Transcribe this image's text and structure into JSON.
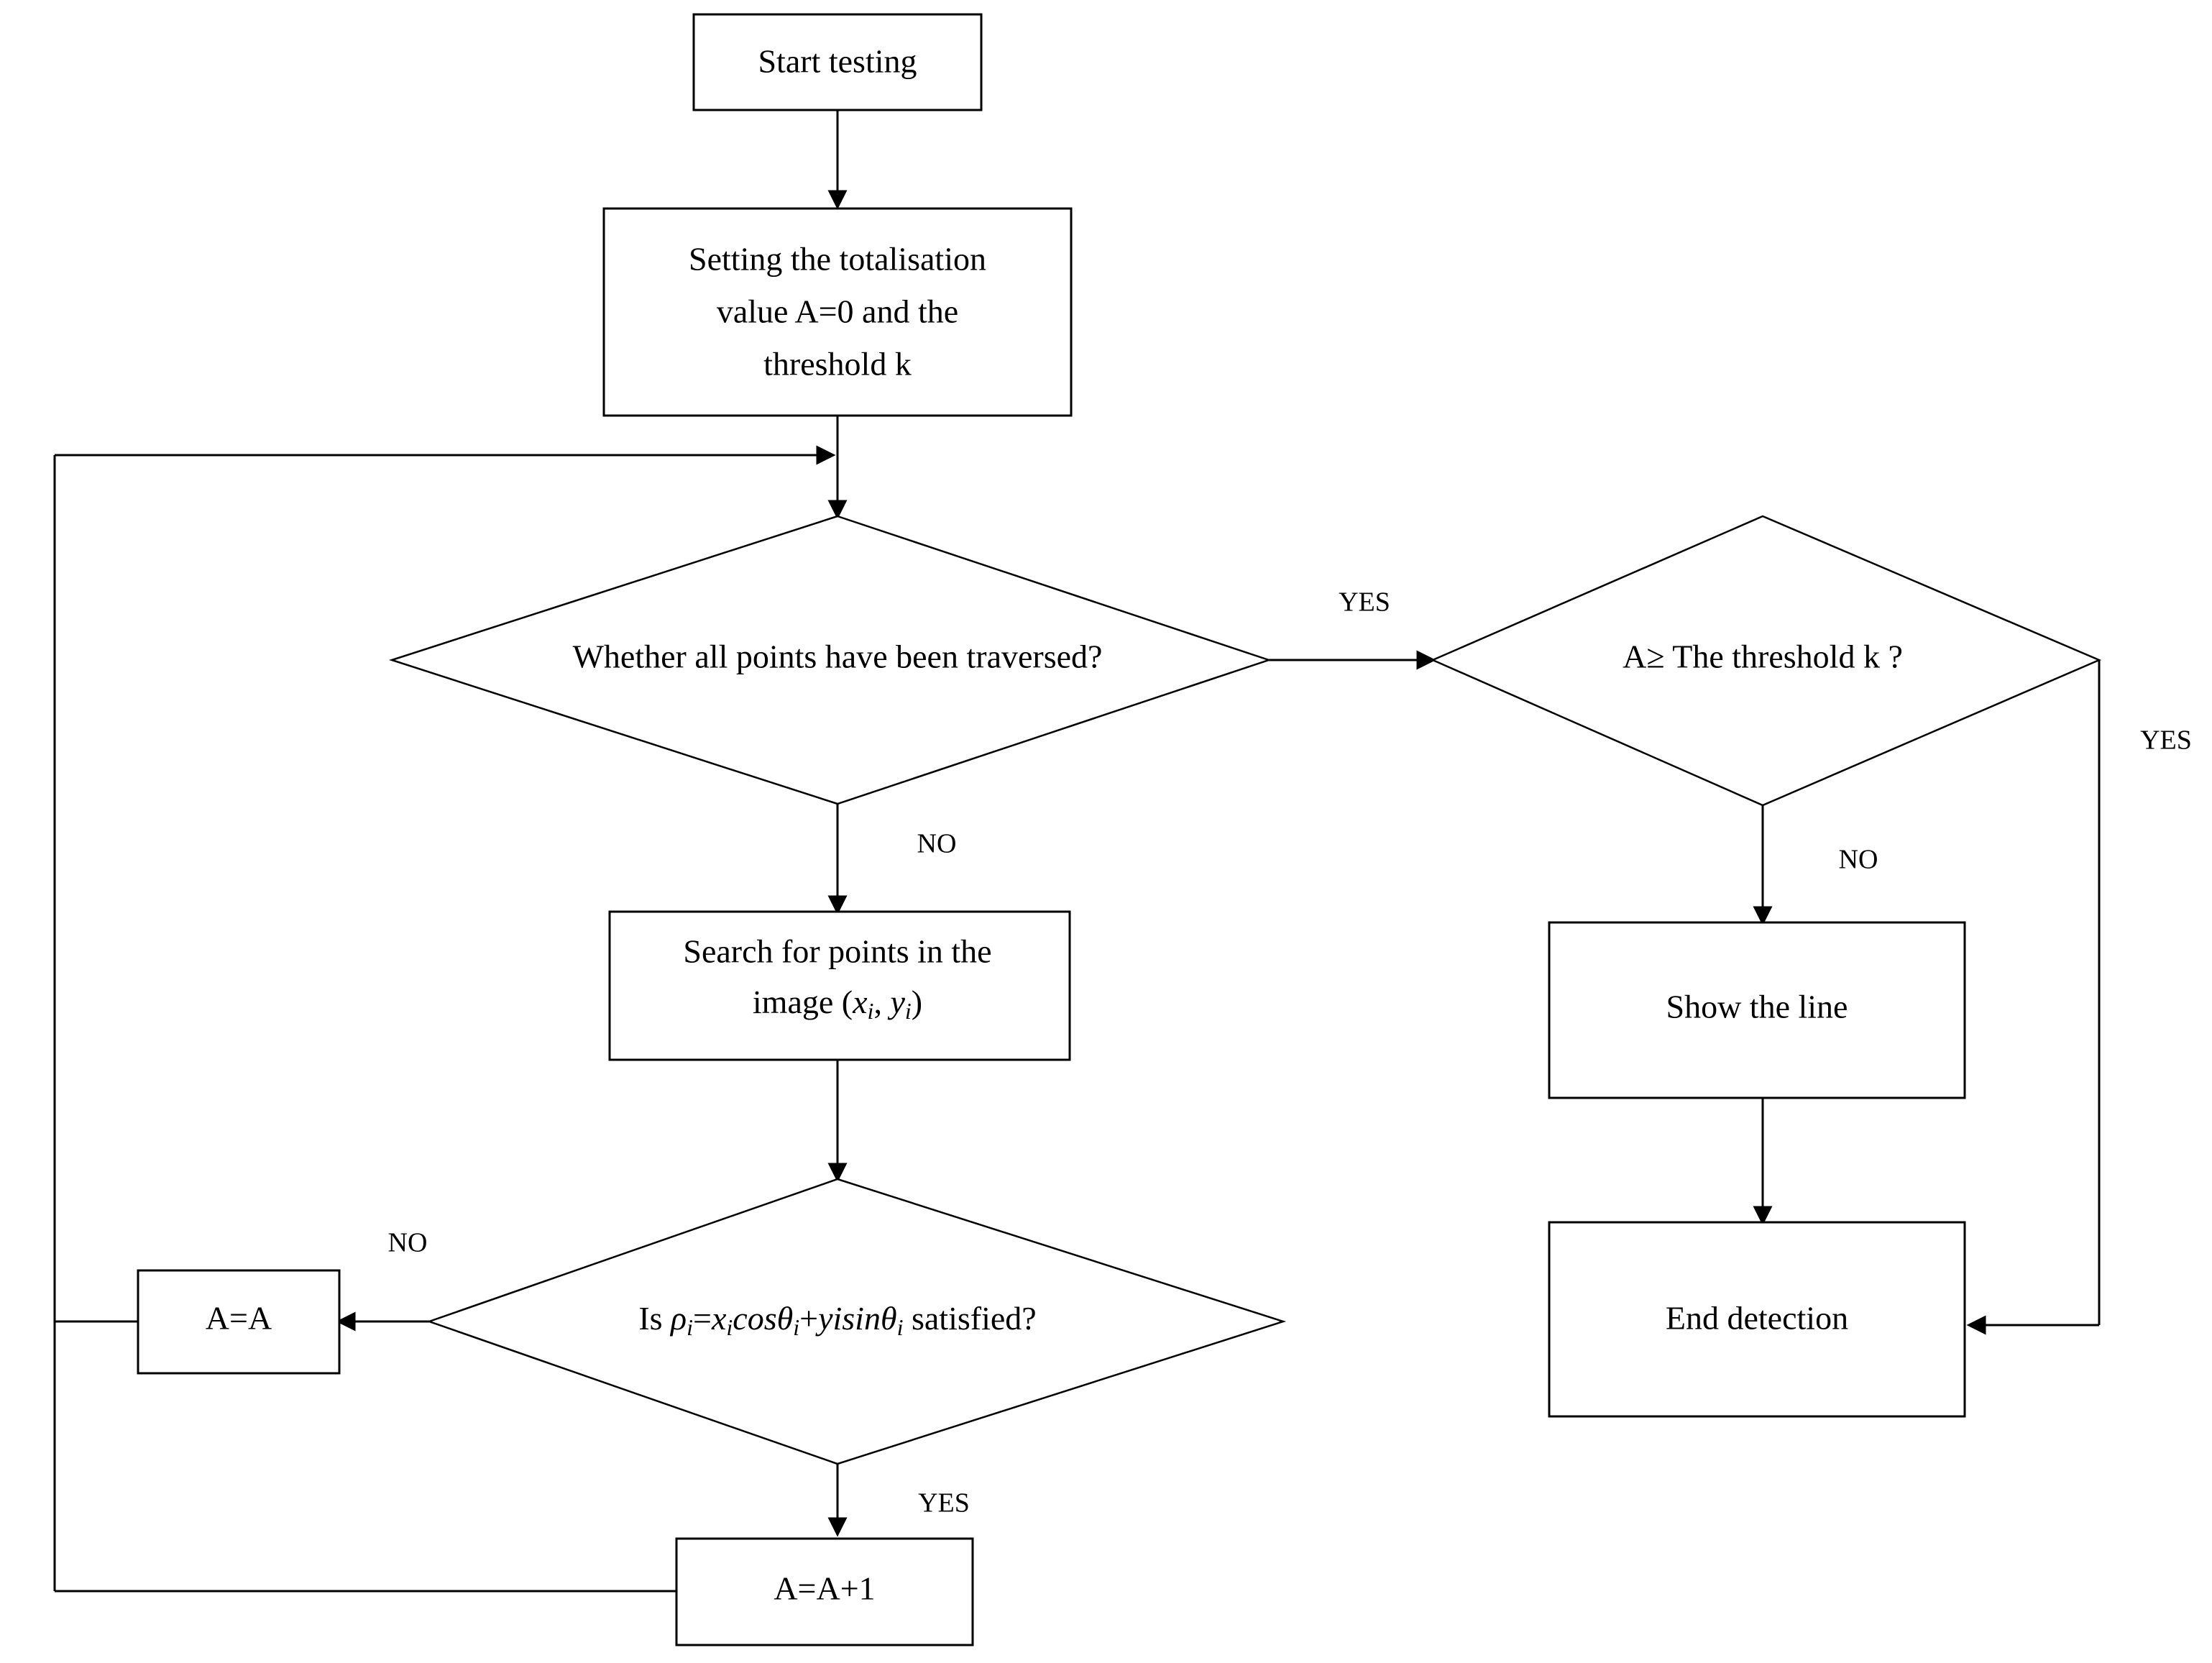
{
  "diagram": {
    "title": "Hough transform line detection flowchart",
    "background_color": "#ffffff",
    "line_color": "#000000",
    "text_color": "#000000"
  },
  "nodes": {
    "start": {
      "label": "Start testing",
      "shape": "rectangle"
    },
    "setting": {
      "shape": "rectangle",
      "line1": "Setting the totalisation",
      "line2": "value A=0 and the",
      "line3": "threshold k"
    },
    "traversed": {
      "shape": "diamond",
      "label": "Whether all points have been traversed?"
    },
    "threshold": {
      "shape": "diamond",
      "label": "A≥ The threshold k ?"
    },
    "search_points": {
      "shape": "rectangle",
      "line1": "Search for points in the",
      "line2_prefix": "image (",
      "line2_var1": "x",
      "line2_sub1": "i",
      "line2_sep": ", ",
      "line2_var2": "y",
      "line2_sub2": "i",
      "line2_suffix": ")"
    },
    "condition": {
      "shape": "diamond",
      "prefix": "Is ",
      "rho": "ρ",
      "rho_sub": "i",
      "eq": "=",
      "x": "x",
      "x_sub": "i",
      "cos": "cos",
      "theta1": "θ",
      "theta1_sub": "i",
      "plus": "+",
      "yisin": "yisin",
      "theta2": "θ",
      "theta2_sub": "i",
      "suffix": " satisfied?",
      "plain_text": "Is ρi=xicosθi+yisinθi  satisfied?"
    },
    "a_equals_a": {
      "shape": "rectangle",
      "label": "A=A"
    },
    "a_increment": {
      "shape": "rectangle",
      "label": "A=A+1"
    },
    "show_line": {
      "shape": "rectangle",
      "label": "Show the line"
    },
    "end_detection": {
      "shape": "rectangle",
      "label": "End detection"
    }
  },
  "edge_labels": {
    "traversed_yes": "YES",
    "traversed_no": "NO",
    "threshold_no": "NO",
    "threshold_yes": "YES",
    "condition_no": "NO",
    "condition_yes": "YES"
  }
}
